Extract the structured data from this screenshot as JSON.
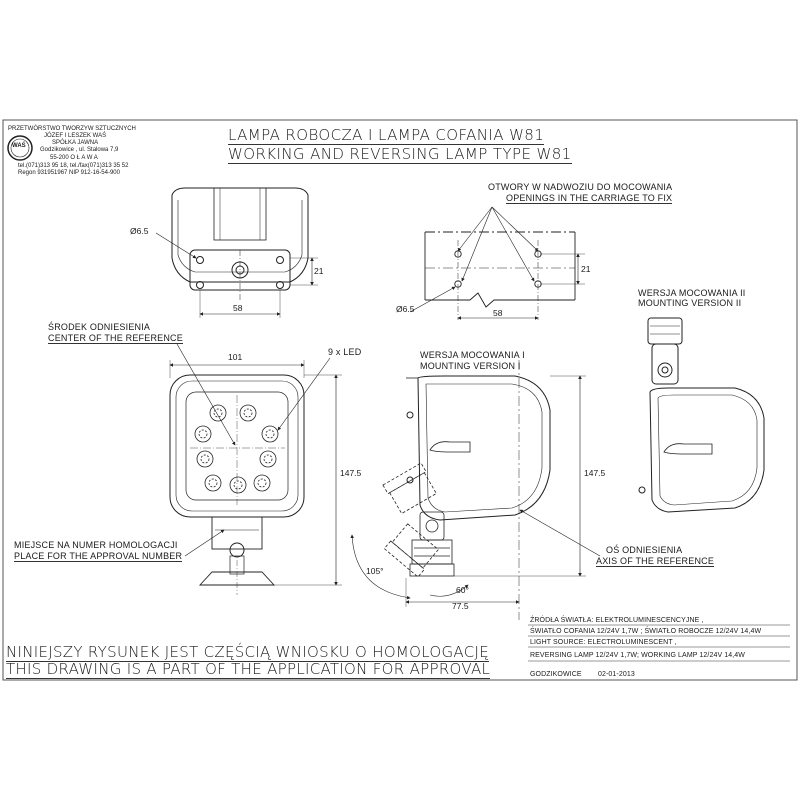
{
  "company": {
    "logo_text": "WAŚ",
    "lines": [
      "PRZETWÓRSTWO TWORZYW SZTUCZNYCH",
      "JÓZEF I LESZEK WAŚ",
      "SPÓŁKA JAWNA",
      "Godzikowice , ul. Stalowa 7,9",
      "55-200   O Ł A W A",
      "tel.(071)313 95 18, tel./fax(071)313 35 52",
      "Regon 931951967 NIP 912-16-54-900"
    ]
  },
  "title": {
    "line1": "LAMPA ROBOCZA I LAMPA COFANIA W81",
    "line2": "WORKING AND REVERSING LAMP TYPE W81"
  },
  "labels": {
    "openings_pl": "OTWORY W NADWOZIU DO MOCOWANIA",
    "openings_en": "OPENINGS IN THE CARRIAGE TO FIX",
    "center_pl": "ŚRODEK ODNIESIENIA",
    "center_en": "CENTER OF THE REFERENCE",
    "leds": "9 x LED",
    "mount1_pl": "WERSJA MOCOWANIA I",
    "mount1_en": "MOUNTING VERSION I",
    "mount2_pl": "WERSJA MOCOWANIA II",
    "mount2_en": "MOUNTING VERSION II",
    "homolog_pl": "MIEJSCE NA NUMER HOMOLOGACJI",
    "homolog_en": "PLACE FOR THE APPROVAL NUMBER",
    "axis_pl": "OŚ ODNIESIENIA",
    "axis_en": "AXIS OF THE REFERENCE"
  },
  "dimensions": {
    "hole_dia_left": "Ø6.5",
    "height_21_left": "21",
    "width_58_left": "58",
    "hole_dia_right": "Ø6.5",
    "height_21_right": "21",
    "width_58_right": "58",
    "width_101": "101",
    "height_147_front": "147.5",
    "height_147_side": "147.5",
    "depth_77": "77.5",
    "angle_105": "105°",
    "angle_60": "60°"
  },
  "specs": {
    "line1": "ŹRÓDŁA ŚWIATŁA: ELEKTROLUMINESCENCYJNE ,",
    "line2": "ŚWIATŁO COFANIA  12/24V  1,7W ; ŚWIATŁO ROBOCZE 12/24V  14,4W",
    "line3": "LIGHT SOURCE: ELECTROLUMINESCENT ,",
    "line4": "REVERSING LAMP  12/24V  1,7W; WORKING LAMP  12/24V  14,4W"
  },
  "approval": {
    "line_pl": "NINIEJSZY RYSUNEK JEST CZĘŚCIĄ WNIOSKU O  HOMOLOGACJĘ",
    "line_en": "THIS DRAWING IS A PART OF THE APPLICATION FOR  APPROVAL"
  },
  "footer": {
    "place": "GODZIKOWICE",
    "date": "02-01-2013"
  }
}
